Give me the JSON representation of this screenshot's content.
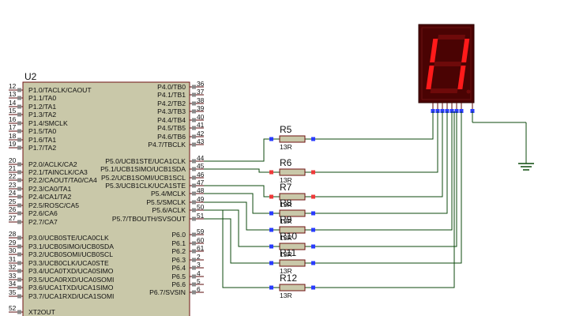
{
  "chip": {
    "ref": "U2",
    "left_pins": [
      {
        "num": "12",
        "name": "P1.0/TACLK/CAOUT"
      },
      {
        "num": "13",
        "name": "P1.1/TA0"
      },
      {
        "num": "14",
        "name": "P1.2/TA1"
      },
      {
        "num": "15",
        "name": "P1.3/TA2"
      },
      {
        "num": "16",
        "name": "P1.4/SMCLK"
      },
      {
        "num": "17",
        "name": "P1.5/TA0"
      },
      {
        "num": "18",
        "name": "P1.6/TA1"
      },
      {
        "num": "19",
        "name": "P1.7/TA2"
      },
      {
        "num": "20",
        "name": "P2.0/ACLK/CA2"
      },
      {
        "num": "21",
        "name": "P2.1/TAINCLK/CA3"
      },
      {
        "num": "22",
        "name": "P2.2/CAOUT/TA0/CA4"
      },
      {
        "num": "23",
        "name": "P2.3/CA0/TA1"
      },
      {
        "num": "24",
        "name": "P2.4/CA1/TA2"
      },
      {
        "num": "25",
        "name": "P2.5/ROSC/CA5"
      },
      {
        "num": "26",
        "name": "P2.6/CA6"
      },
      {
        "num": "27",
        "name": "P2.7/CA7"
      },
      {
        "num": "28",
        "name": "P3.0/UCB0STE/UCA0CLK"
      },
      {
        "num": "29",
        "name": "P3.1/UCB0SIMO/UCB0SDA"
      },
      {
        "num": "30",
        "name": "P3.2/UCB0SOMI/UCB0SCL"
      },
      {
        "num": "31",
        "name": "P3.3/UCB0CLK/UCA0STE"
      },
      {
        "num": "32",
        "name": "P3.4/UCA0TXD/UCA0SIMO"
      },
      {
        "num": "33",
        "name": "P3.5/UCA0RXD/UCA0SOMI"
      },
      {
        "num": "34",
        "name": "P3.6/UCA1TXD/UCA1SIMO"
      },
      {
        "num": "35",
        "name": "P3.7/UCA1RXD/UCA1SOMI"
      },
      {
        "num": "52",
        "name": "XT2OUT"
      }
    ],
    "right_pins": [
      {
        "num": "36",
        "name": "P4.0/TB0"
      },
      {
        "num": "37",
        "name": "P4.1/TB1"
      },
      {
        "num": "38",
        "name": "P4.2/TB2"
      },
      {
        "num": "39",
        "name": "P4.3/TB3"
      },
      {
        "num": "40",
        "name": "P4.4/TB4"
      },
      {
        "num": "41",
        "name": "P4.5/TB5"
      },
      {
        "num": "42",
        "name": "P4.6/TB6"
      },
      {
        "num": "43",
        "name": "P4.7/TBCLK"
      },
      {
        "num": "44",
        "name": "P5.0/UCB1STE/UCA1CLK"
      },
      {
        "num": "45",
        "name": "P5.1/UCB1SIMO/UCB1SDA"
      },
      {
        "num": "46",
        "name": "P5.2/UCB1SOMI/UCB1SCL"
      },
      {
        "num": "47",
        "name": "P5.3/UCB1CLK/UCA1STE"
      },
      {
        "num": "48",
        "name": "P5.4/MCLK"
      },
      {
        "num": "49",
        "name": "P5.5/SMCLK"
      },
      {
        "num": "50",
        "name": "P5.6/ACLK"
      },
      {
        "num": "51",
        "name": "P5.7/TBOUTH/SVSOUT"
      },
      {
        "num": "59",
        "name": "P6.0"
      },
      {
        "num": "60",
        "name": "P6.1"
      },
      {
        "num": "61",
        "name": "P6.2"
      },
      {
        "num": "2",
        "name": "P6.3"
      },
      {
        "num": "3",
        "name": "P6.4"
      },
      {
        "num": "4",
        "name": "P6.5"
      },
      {
        "num": "5",
        "name": "P6.6"
      },
      {
        "num": "6",
        "name": "P6.7/SVSIN"
      }
    ]
  },
  "resistors": [
    {
      "ref": "R5",
      "value": "13R"
    },
    {
      "ref": "R6",
      "value": "13R"
    },
    {
      "ref": "R7",
      "value": "13R"
    },
    {
      "ref": "R8",
      "value": "13R"
    },
    {
      "ref": "R9",
      "value": "13R"
    },
    {
      "ref": "R10",
      "value": "13R"
    },
    {
      "ref": "R11",
      "value": "13R"
    },
    {
      "ref": "R12",
      "value": "13R"
    }
  ],
  "display": {
    "lit_segments": [
      "b",
      "c",
      "e",
      "f"
    ]
  },
  "colors": {
    "chip_fill": "#c9c8a9",
    "chip_border": "#6e1010",
    "wire": "#0c4a0c",
    "display_body": "#4a0303",
    "segment_on": "#ff1a1a",
    "segment_off": "#6e0a0a",
    "pin_blue": "#2a3cff",
    "pin_red": "#ee3a3a",
    "resistor_fill": "#c9c8a9"
  }
}
